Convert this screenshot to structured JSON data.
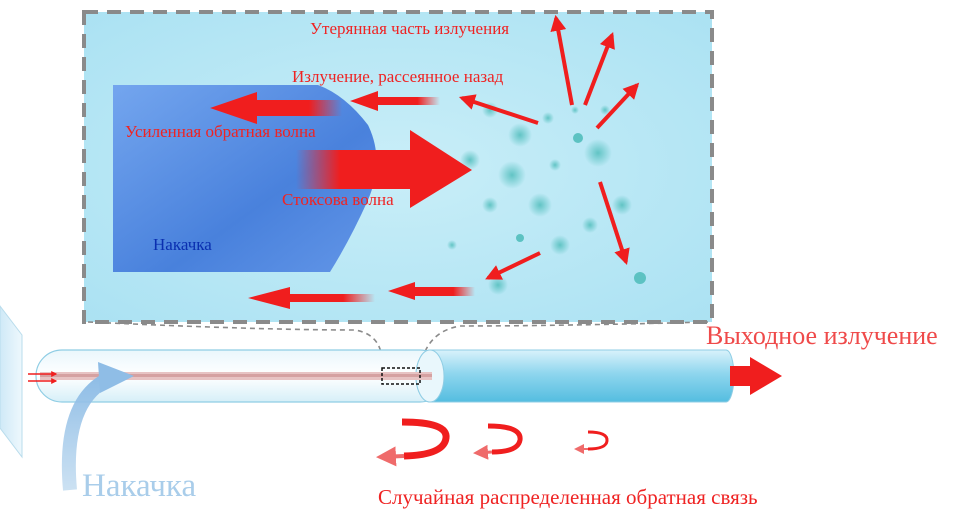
{
  "labels": {
    "lost_radiation": "Утерянная часть излучения",
    "backscatter": "Излучение, рассеянное назад",
    "amplified_back_wave": "Усиленная обратная волна",
    "stokes_wave": "Стоксова волна",
    "pump_inset": "Накачка",
    "output": "Выходное излучение",
    "pump_main": "Накачка",
    "random_feedback": "Случайная распределенная обратная связь"
  },
  "colors": {
    "arrow_red": "#f01e1e",
    "label_red": "#ef2323",
    "inset_bg": "#bfe9f6",
    "pump_blue": "#4f86e0",
    "pump_label_blue": "#0a2fb0",
    "pump_main_label": "#a9cdea",
    "particle_teal": "#5cc2c2",
    "frame_gray": "#8a8a8a"
  }
}
